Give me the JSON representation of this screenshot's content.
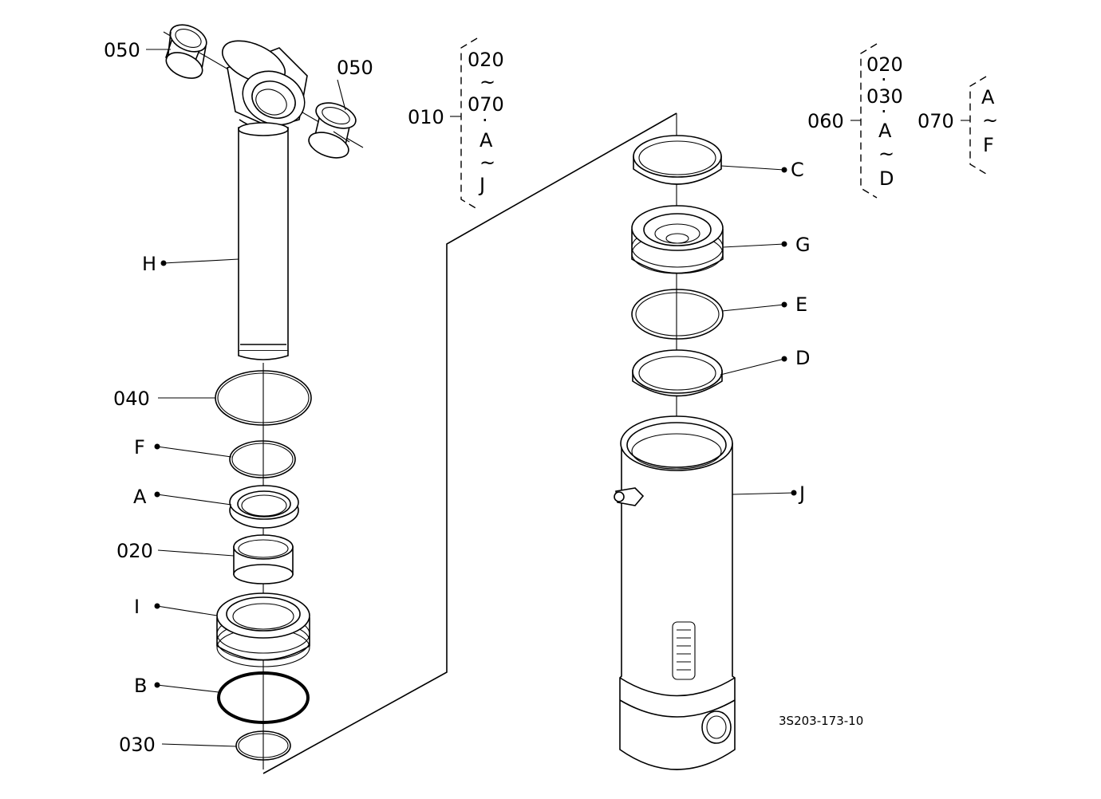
{
  "diagram": {
    "drawing_code": "3S203-173-10",
    "callouts": {
      "c050_left": "050",
      "c050_right": "050",
      "h": "H",
      "c040": "040",
      "f": "F",
      "a": "A",
      "c020": "020",
      "i": "I",
      "b": "B",
      "c030": "030",
      "c": "C",
      "g": "G",
      "e": "E",
      "d": "D",
      "j": "J"
    },
    "bracket_010": {
      "label": "010",
      "lines": [
        "020",
        "~",
        "070",
        "·",
        "A",
        "~",
        "J"
      ]
    },
    "bracket_060": {
      "label": "060",
      "lines": [
        "020",
        "·",
        "030",
        "·",
        "A",
        "~",
        "D"
      ]
    },
    "bracket_070": {
      "label": "070",
      "lines": [
        "A",
        "~",
        "F"
      ]
    }
  }
}
